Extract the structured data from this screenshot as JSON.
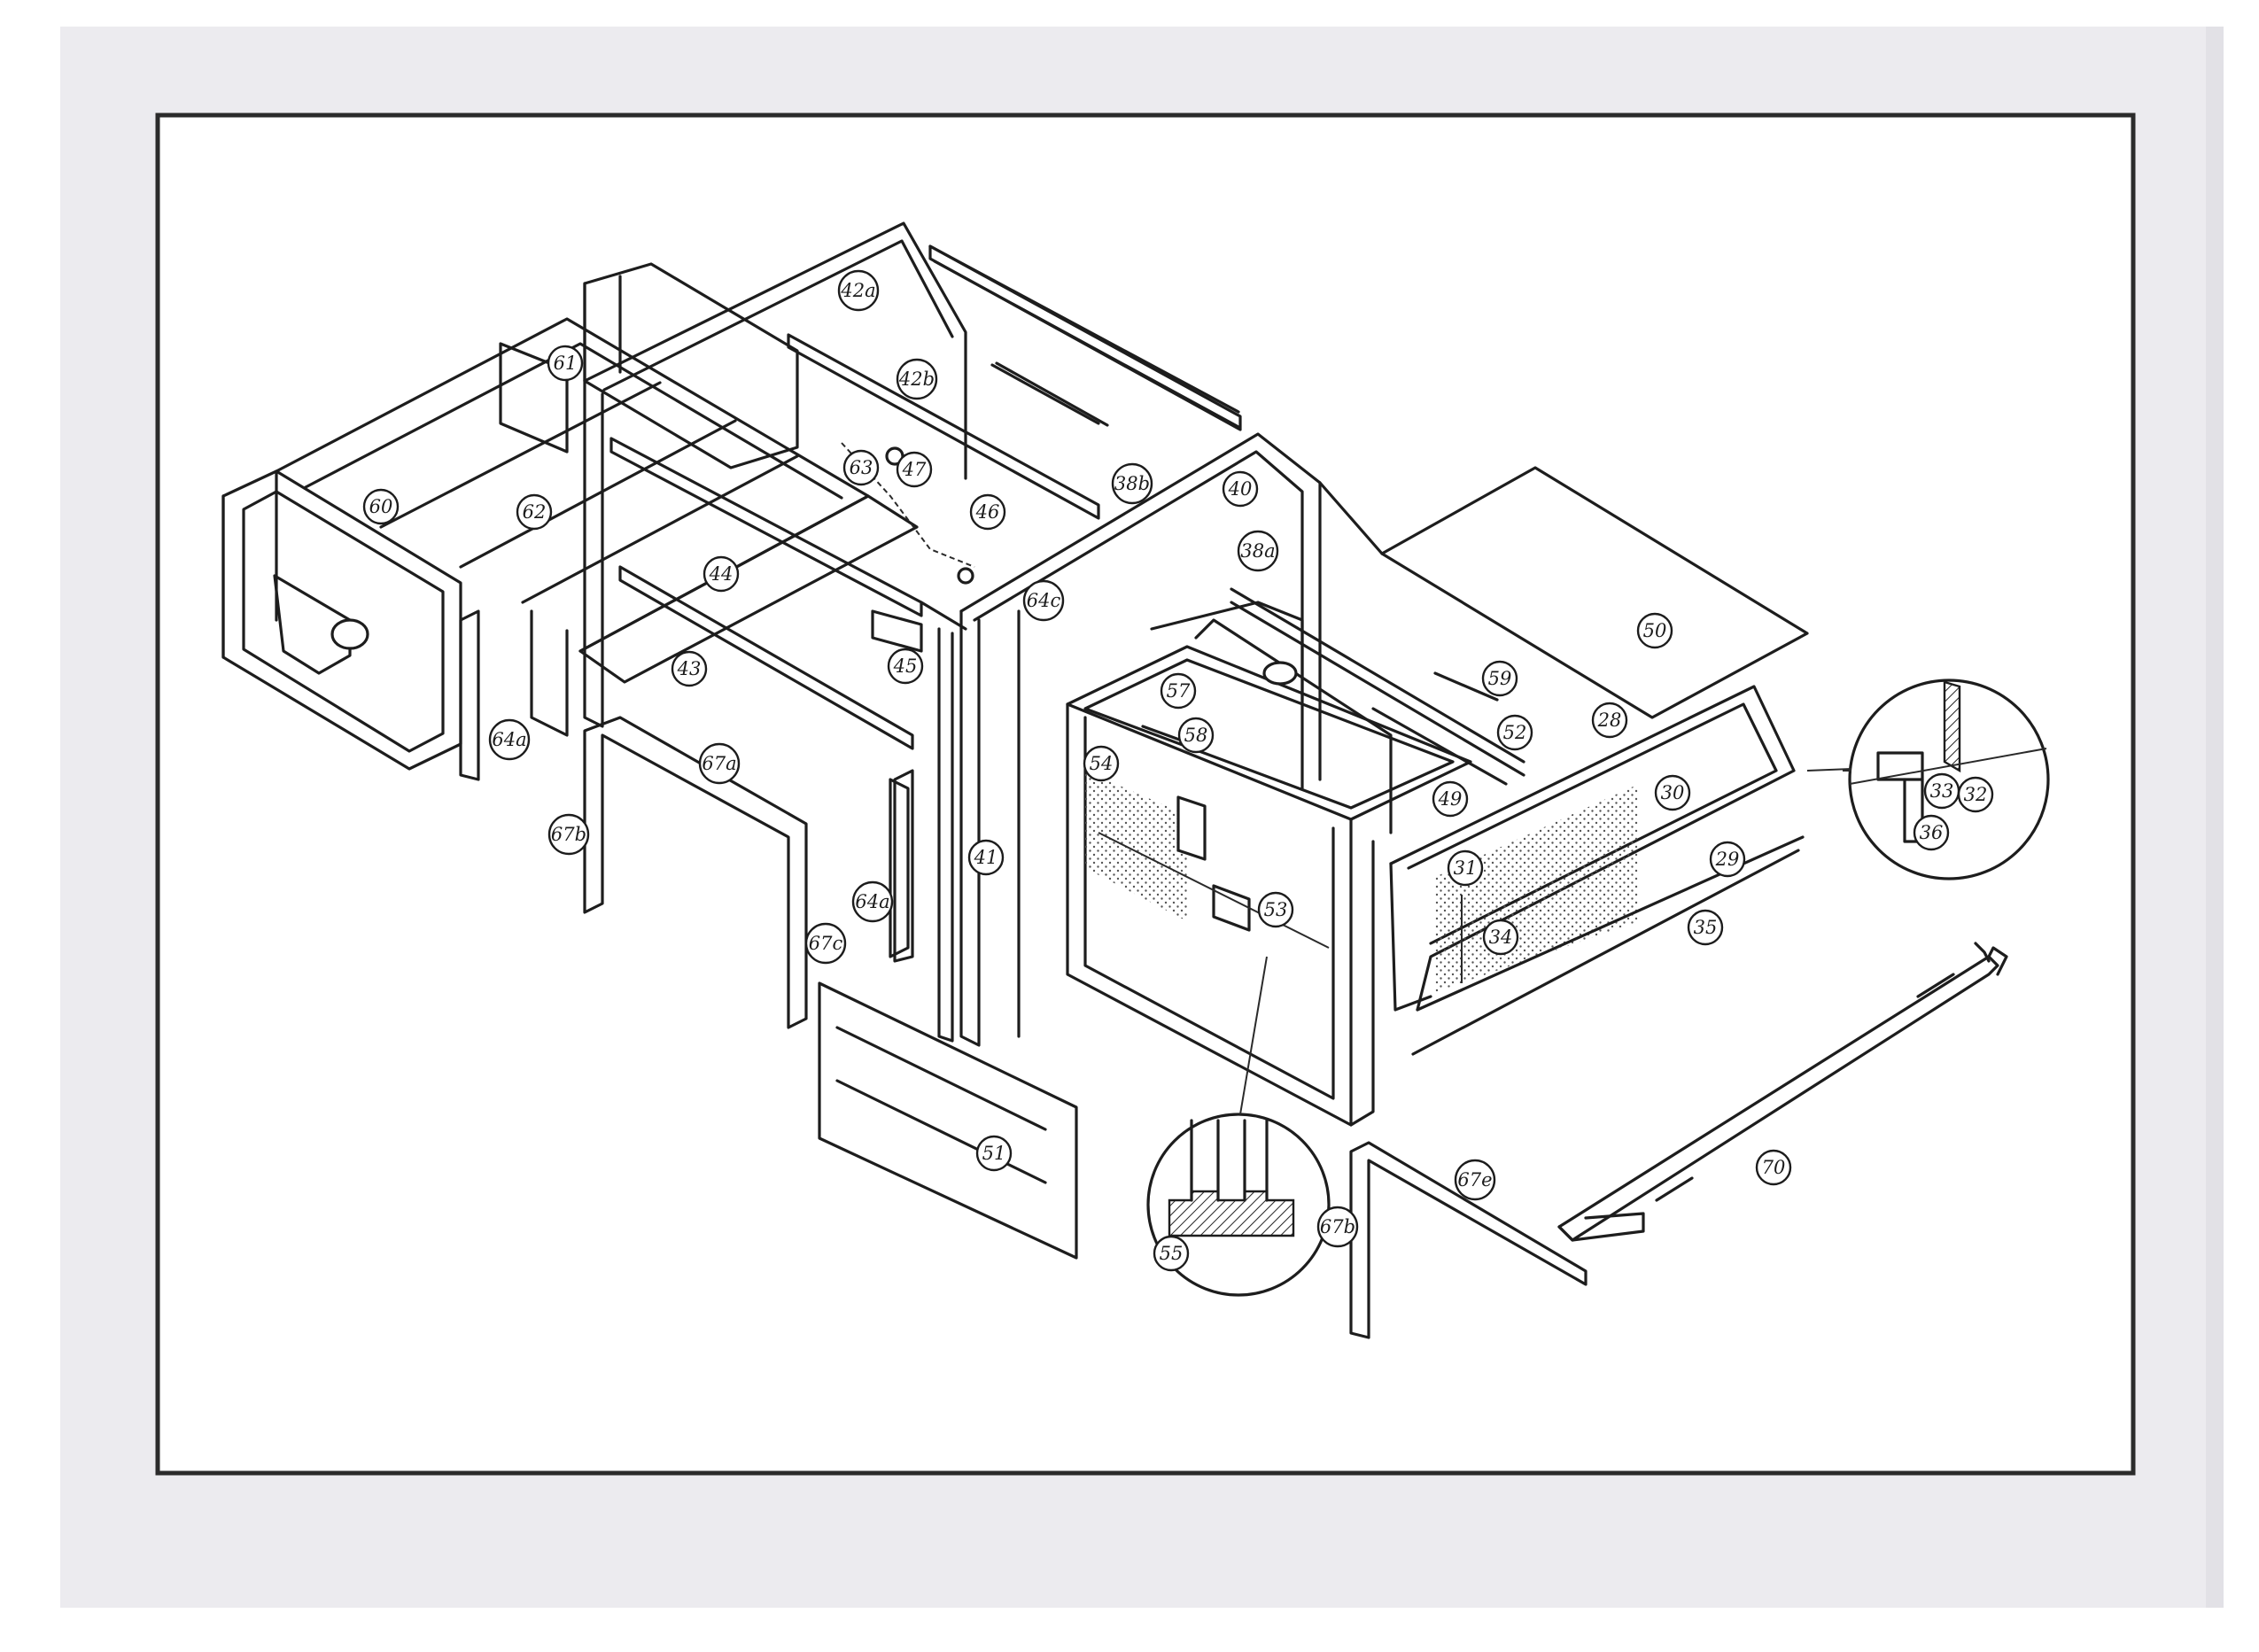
{
  "page": {
    "paper_color": "#ecebef",
    "frame_color": "#2b2b2b",
    "panel_color": "#ffffff"
  },
  "callouts": [
    {
      "id": "c-42a",
      "label": "42a"
    },
    {
      "id": "c-61",
      "label": "61"
    },
    {
      "id": "c-42b",
      "label": "42b"
    },
    {
      "id": "c-63",
      "label": "63"
    },
    {
      "id": "c-47",
      "label": "47"
    },
    {
      "id": "c-38b",
      "label": "38b"
    },
    {
      "id": "c-40",
      "label": "40"
    },
    {
      "id": "c-46",
      "label": "46"
    },
    {
      "id": "c-60",
      "label": "60"
    },
    {
      "id": "c-62",
      "label": "62"
    },
    {
      "id": "c-44",
      "label": "44"
    },
    {
      "id": "c-38a",
      "label": "38a"
    },
    {
      "id": "c-64c",
      "label": "64c"
    },
    {
      "id": "c-50",
      "label": "50"
    },
    {
      "id": "c-45",
      "label": "45"
    },
    {
      "id": "c-43",
      "label": "43"
    },
    {
      "id": "c-57",
      "label": "57"
    },
    {
      "id": "c-59",
      "label": "59"
    },
    {
      "id": "c-58",
      "label": "58"
    },
    {
      "id": "c-52",
      "label": "52"
    },
    {
      "id": "c-28",
      "label": "28"
    },
    {
      "id": "c-64a-left",
      "label": "64a"
    },
    {
      "id": "c-67a",
      "label": "67a"
    },
    {
      "id": "c-54",
      "label": "54"
    },
    {
      "id": "c-49",
      "label": "49"
    },
    {
      "id": "c-30",
      "label": "30"
    },
    {
      "id": "c-33",
      "label": "33"
    },
    {
      "id": "c-32",
      "label": "32"
    },
    {
      "id": "c-67b-left",
      "label": "67b"
    },
    {
      "id": "c-41",
      "label": "41"
    },
    {
      "id": "c-31",
      "label": "31"
    },
    {
      "id": "c-29",
      "label": "29"
    },
    {
      "id": "c-36",
      "label": "36"
    },
    {
      "id": "c-64a-mid",
      "label": "64a"
    },
    {
      "id": "c-53",
      "label": "53"
    },
    {
      "id": "c-34",
      "label": "34"
    },
    {
      "id": "c-35",
      "label": "35"
    },
    {
      "id": "c-67c",
      "label": "67c"
    },
    {
      "id": "c-51",
      "label": "51"
    },
    {
      "id": "c-70",
      "label": "70"
    },
    {
      "id": "c-67e",
      "label": "67e"
    },
    {
      "id": "c-67b-right",
      "label": "67b"
    },
    {
      "id": "c-55",
      "label": "55"
    }
  ]
}
